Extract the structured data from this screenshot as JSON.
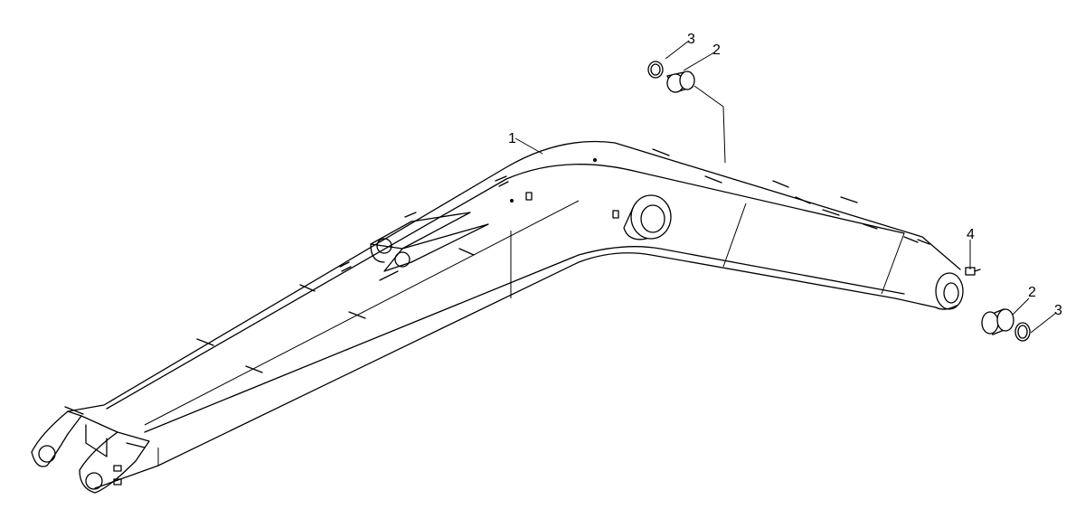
{
  "callouts": [
    {
      "id": "c1",
      "label": "1",
      "part": "boom"
    },
    {
      "id": "c2a",
      "label": "2",
      "part": "bushing-top"
    },
    {
      "id": "c3a",
      "label": "3",
      "part": "shim-ring-top"
    },
    {
      "id": "c4",
      "label": "4",
      "part": "grease-fitting"
    },
    {
      "id": "c2b",
      "label": "2",
      "part": "bushing-right"
    },
    {
      "id": "c3b",
      "label": "3",
      "part": "shim-ring-right"
    }
  ]
}
